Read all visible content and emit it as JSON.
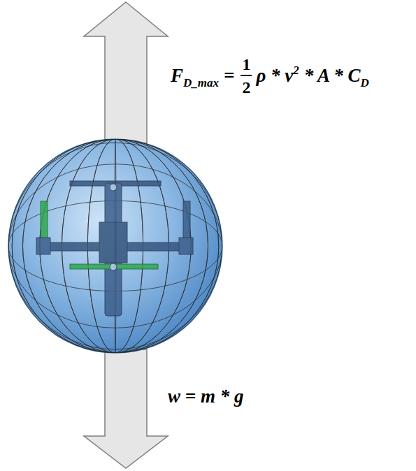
{
  "diagram": {
    "labels": [
      "F",
      "D_max",
      "=",
      "1",
      "2",
      "ρ * v",
      "2",
      "* A * C",
      "D",
      "w = m * g"
    ]
  }
}
